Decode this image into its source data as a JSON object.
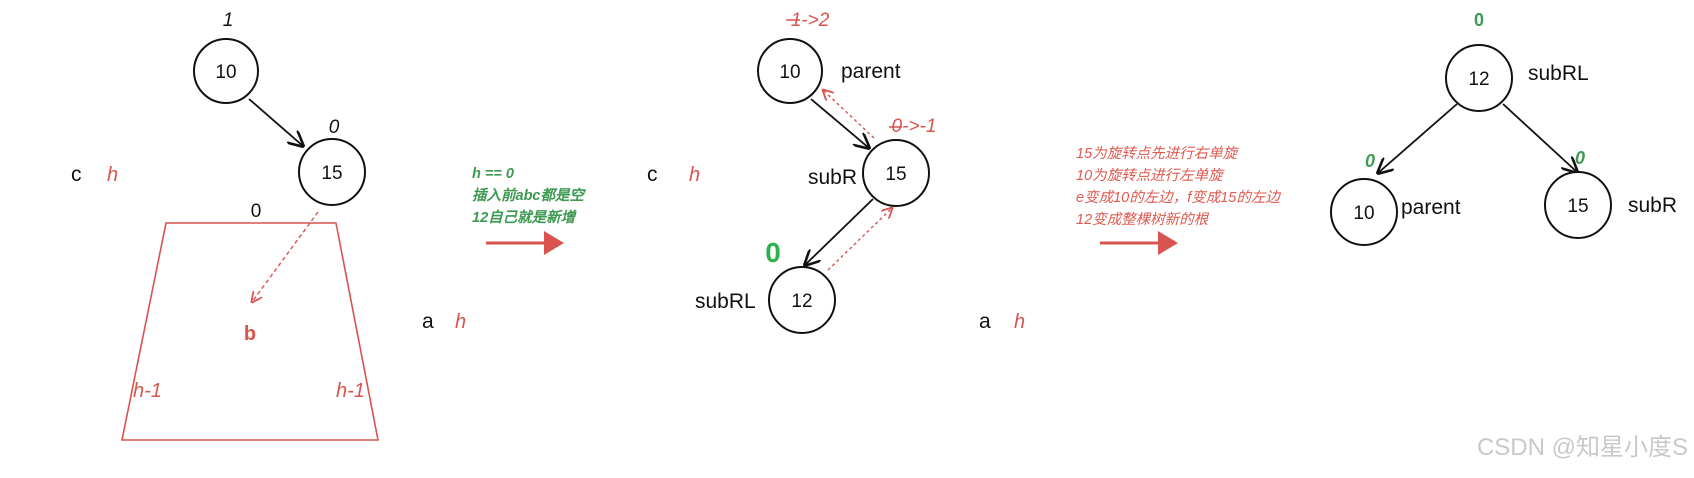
{
  "colors": {
    "black": "#111111",
    "red": "#d9534f",
    "green": "#3e9a52",
    "watermark": "#c9c9c9"
  },
  "panel1": {
    "root_bf": "1",
    "root_value": "10",
    "right_bf": "0",
    "right_value": "15",
    "left_letter": "c",
    "left_height": "h",
    "subtree_bf": "0",
    "subtree_insert": "b",
    "subtree_left_height": "h-1",
    "subtree_right_height": "h-1",
    "a_letter": "a",
    "a_height": "h"
  },
  "arrow1": {
    "lines": [
      "h == 0",
      "插入前abc都是空",
      "12自己就是新增"
    ]
  },
  "panel2": {
    "parent_bf": "1->2",
    "parent_value": "10",
    "parent_label": "parent",
    "subR_bf": "0->-1",
    "subR_value": "15",
    "subR_label": "subR",
    "subRL_bf": "0",
    "subRL_value": "12",
    "subRL_label": "subRL",
    "c_letter": "c",
    "c_height": "h"
  },
  "panel2_side": {
    "a_letter": "a",
    "a_height": "h"
  },
  "arrow2": {
    "lines": [
      "15为旋转点先进行右单旋",
      "10为旋转点进行左单旋",
      "e变成10的左边，f变成15的左边",
      "12变成整棵树新的根"
    ]
  },
  "panel3": {
    "root_bf": "0",
    "root_value": "12",
    "root_label": "subRL",
    "left_bf": "0",
    "left_value": "10",
    "left_label": "parent",
    "right_bf": "0",
    "right_value": "15",
    "right_label": "subR"
  },
  "watermark": "CSDN @知星小度S"
}
